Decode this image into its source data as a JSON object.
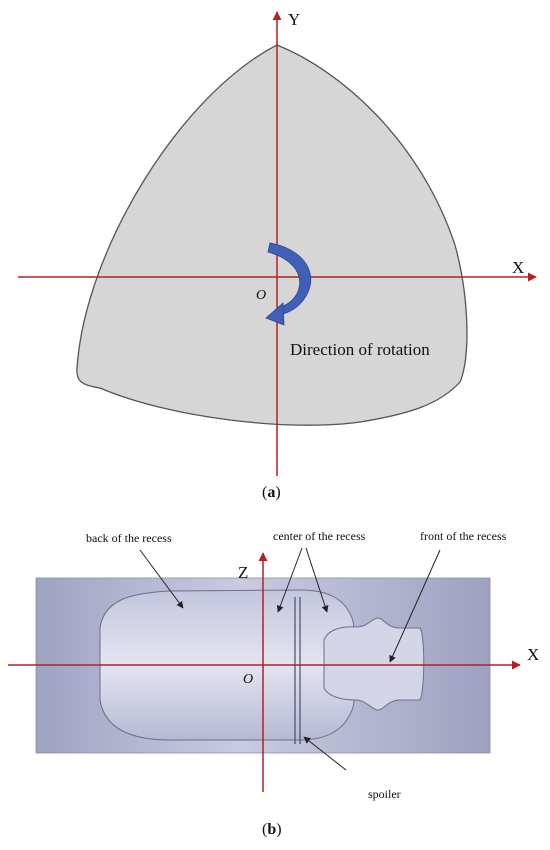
{
  "panel_a": {
    "y_axis_label": "Y",
    "x_axis_label": "X",
    "origin_label": "O",
    "rotation_label": "Direction of rotation",
    "caption_open": "(",
    "caption_letter": "a",
    "caption_close": ")"
  },
  "panel_b": {
    "z_axis_label": "Z",
    "x_axis_label": "X",
    "origin_label": "O",
    "callout_back": "back of the recess",
    "callout_center": "center of the recess",
    "callout_front": "front of the recess",
    "callout_spoiler": "spoiler",
    "caption_open": "(",
    "caption_letter": "b",
    "caption_close": ")"
  },
  "colors": {
    "axis": "#b22222",
    "shape_fill_a": "#d6d6d6",
    "arrow_blue": "#3f5fb8",
    "block_fill": "#a4a8c4",
    "recess_fill": "#d2d4e6"
  }
}
